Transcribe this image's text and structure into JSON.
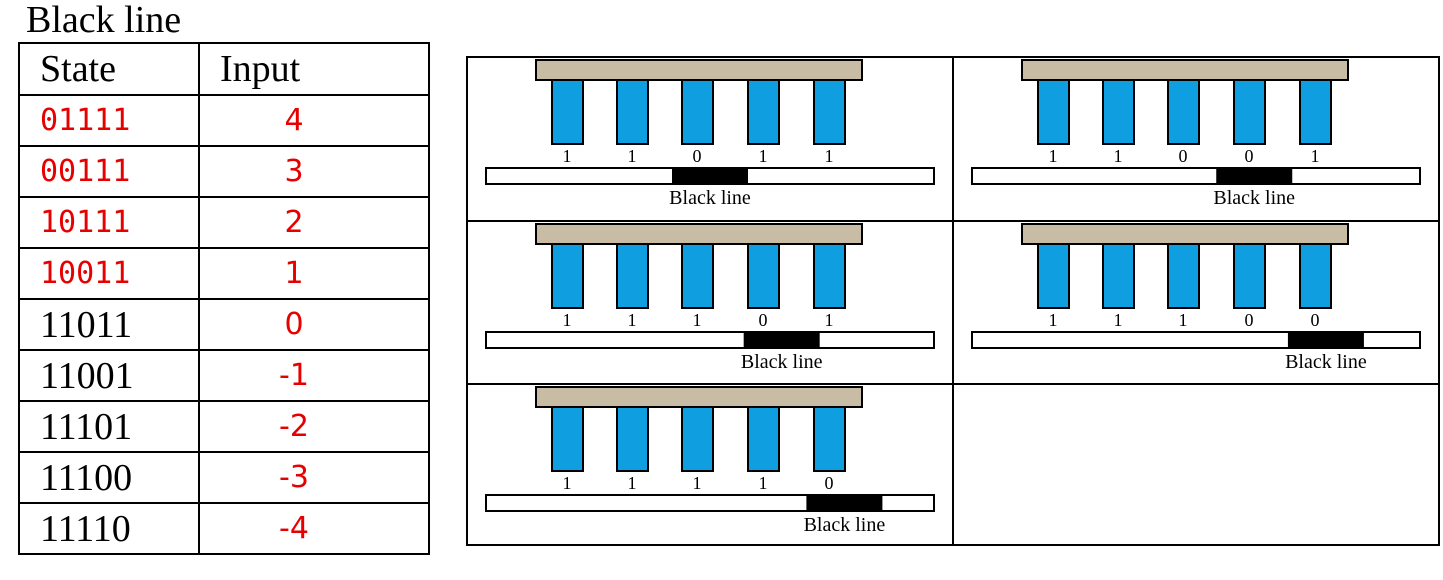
{
  "title": "Black line",
  "table": {
    "headers": [
      "State",
      "Input"
    ],
    "rows": [
      {
        "state": "01111",
        "input": "4",
        "highlight": true
      },
      {
        "state": "00111",
        "input": "3",
        "highlight": true
      },
      {
        "state": "10111",
        "input": "2",
        "highlight": true
      },
      {
        "state": "10011",
        "input": "1",
        "highlight": true
      },
      {
        "state": "11011",
        "input": "0",
        "highlight": false
      },
      {
        "state": "11001",
        "input": "-1",
        "highlight": false
      },
      {
        "state": "11101",
        "input": "-2",
        "highlight": false
      },
      {
        "state": "11100",
        "input": "-3",
        "highlight": false
      },
      {
        "state": "11110",
        "input": "-4",
        "highlight": false
      }
    ]
  },
  "colors": {
    "highlight_text": "#e60000",
    "sensor": "#0f9ee0",
    "bar": "#c8bca4",
    "line": "#000000"
  },
  "diagrams": [
    {
      "bits": [
        "1",
        "1",
        "0",
        "1",
        "1"
      ],
      "line_pos": 0.5,
      "label": "Black line"
    },
    {
      "bits": [
        "1",
        "1",
        "0",
        "0",
        "1"
      ],
      "line_pos": 0.63,
      "label": "Black line"
    },
    {
      "bits": [
        "1",
        "1",
        "1",
        "0",
        "1"
      ],
      "line_pos": 0.66,
      "label": "Black line"
    },
    {
      "bits": [
        "1",
        "1",
        "1",
        "0",
        "0"
      ],
      "line_pos": 0.79,
      "label": "Black line"
    },
    {
      "bits": [
        "1",
        "1",
        "1",
        "1",
        "0"
      ],
      "line_pos": 0.8,
      "label": "Black line"
    }
  ]
}
